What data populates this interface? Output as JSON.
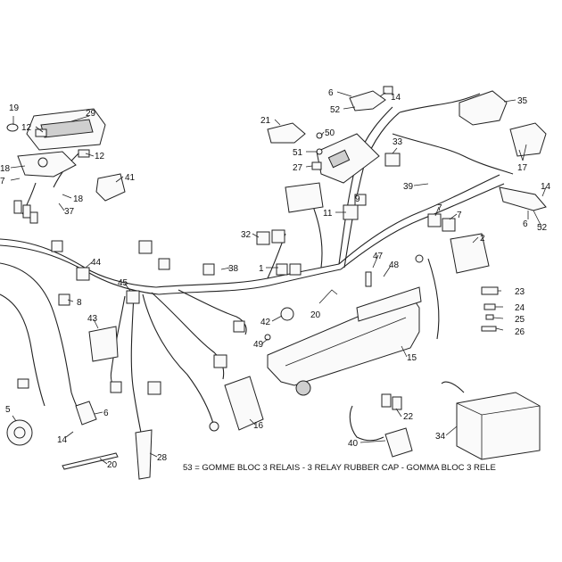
{
  "diagram": {
    "callouts": [
      "19",
      "29",
      "12",
      "12",
      "18",
      "18",
      "7",
      "37",
      "41",
      "6",
      "14",
      "52",
      "35",
      "21",
      "50",
      "51",
      "27",
      "33",
      "9",
      "11",
      "39",
      "17",
      "14",
      "6",
      "52",
      "7",
      "7",
      "2",
      "32",
      "1",
      "47",
      "48",
      "38",
      "44",
      "45",
      "8",
      "43",
      "42",
      "20",
      "49",
      "23",
      "24",
      "25",
      "26",
      "15",
      "5",
      "6",
      "14",
      "20",
      "28",
      "16",
      "22",
      "40",
      "34"
    ],
    "note": "53 = GOMME BLOC 3 RELAIS - 3 RELAY RUBBER CAP - GOMMA BLOC 3 RELE"
  }
}
